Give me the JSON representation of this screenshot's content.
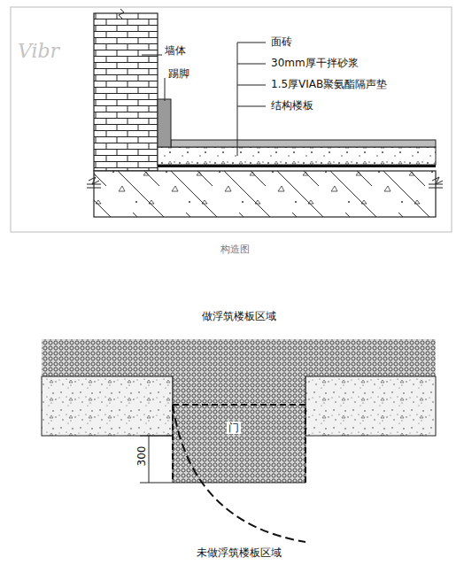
{
  "diagram": {
    "caption": "构造图",
    "labels": [
      "墙体",
      "踢脚",
      "面砖",
      "30mm厚干拌砂浆",
      "1.5厚VIAB聚氨酯隔声垫",
      "结构楼板",
      "Vibr",
      "做浮筑楼板区域",
      "门",
      "300",
      "未做浮筑楼板区域"
    ]
  }
}
